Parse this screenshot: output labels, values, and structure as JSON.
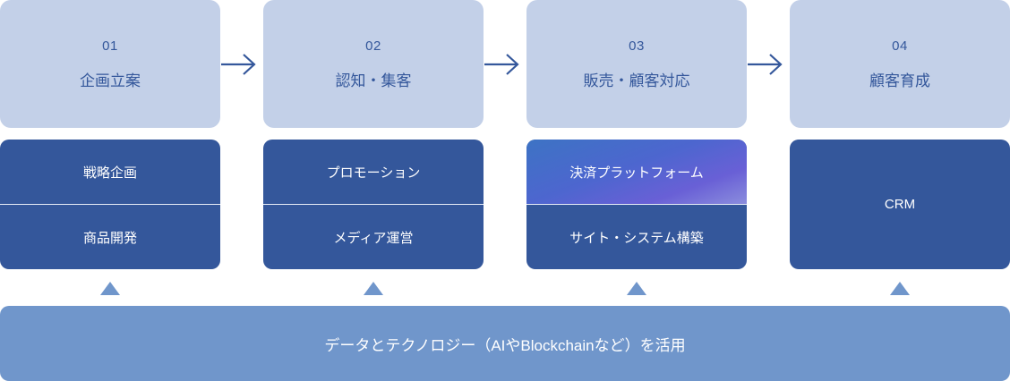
{
  "stages": [
    {
      "number": "01",
      "title": "企画立案"
    },
    {
      "number": "02",
      "title": "認知・集客"
    },
    {
      "number": "03",
      "title": "販売・顧客対応"
    },
    {
      "number": "04",
      "title": "顧客育成"
    }
  ],
  "services": [
    {
      "items": [
        "戦略企画",
        "商品開発"
      ]
    },
    {
      "items": [
        "プロモーション",
        "メディア運営"
      ]
    },
    {
      "items": [
        "決済プラットフォーム",
        "サイト・システム構築"
      ],
      "highlighted": "決済プラットフォーム"
    },
    {
      "items": [
        "CRM"
      ]
    }
  ],
  "foundation": {
    "label": "データとテクノロジー（AIやBlockchainなど）を活用"
  },
  "colors": {
    "stage_bg": "#c3d0e8",
    "stage_text": "#34579b",
    "service_bg": "#34579b",
    "foundation_bg": "#7096cb"
  }
}
